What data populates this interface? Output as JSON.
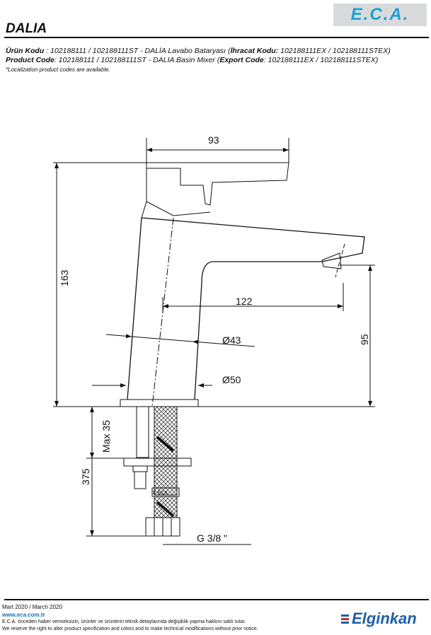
{
  "header": {
    "logo": "E.C.A.",
    "title": "DALIA"
  },
  "codes": {
    "tr_label": "Ürün Kodu",
    "tr_text": "   : 102188111 / 102188111ST - DALİA Lavabo Bataryası (",
    "tr_export_label": "İhracat Kodu:",
    "tr_export": " 102188111EX / 102188111STEX)",
    "en_label": "Product Code",
    "en_text": ": 102188111 / 102188111ST - DALIA Basin Mixer (",
    "en_export_label": "Export Code",
    "en_export": ": 102188111EX / 102188111STEX)",
    "note": "*Localization product codes are available."
  },
  "dimensions": {
    "width_top": "93",
    "height_total": "163",
    "reach": "122",
    "spout_height": "95",
    "dia_body": "Ø43",
    "dia_base": "Ø50",
    "max_thickness": "Max 35",
    "hose_length": "375",
    "thread": "G 3/8 \"",
    "hose_tag": "K ECA"
  },
  "footer": {
    "date": "Mart 2020 / March 2020",
    "url": "www.eca.com.tr",
    "disclaimer_tr": "E.C.A. önceden haber vermeksizin, ürünler ve ürünlerin teknik detaylarında değişiklik yapma hakkını saklı tutar.",
    "disclaimer_en": "We reserve the right to alter product specification and colors and to make technical modifications without prior notice.",
    "brand": "Elginkan"
  },
  "colors": {
    "eca_blue": "#1aa0d8",
    "elginkan_blue": "#1f5fa8",
    "elginkan_red": "#d42a2a"
  }
}
